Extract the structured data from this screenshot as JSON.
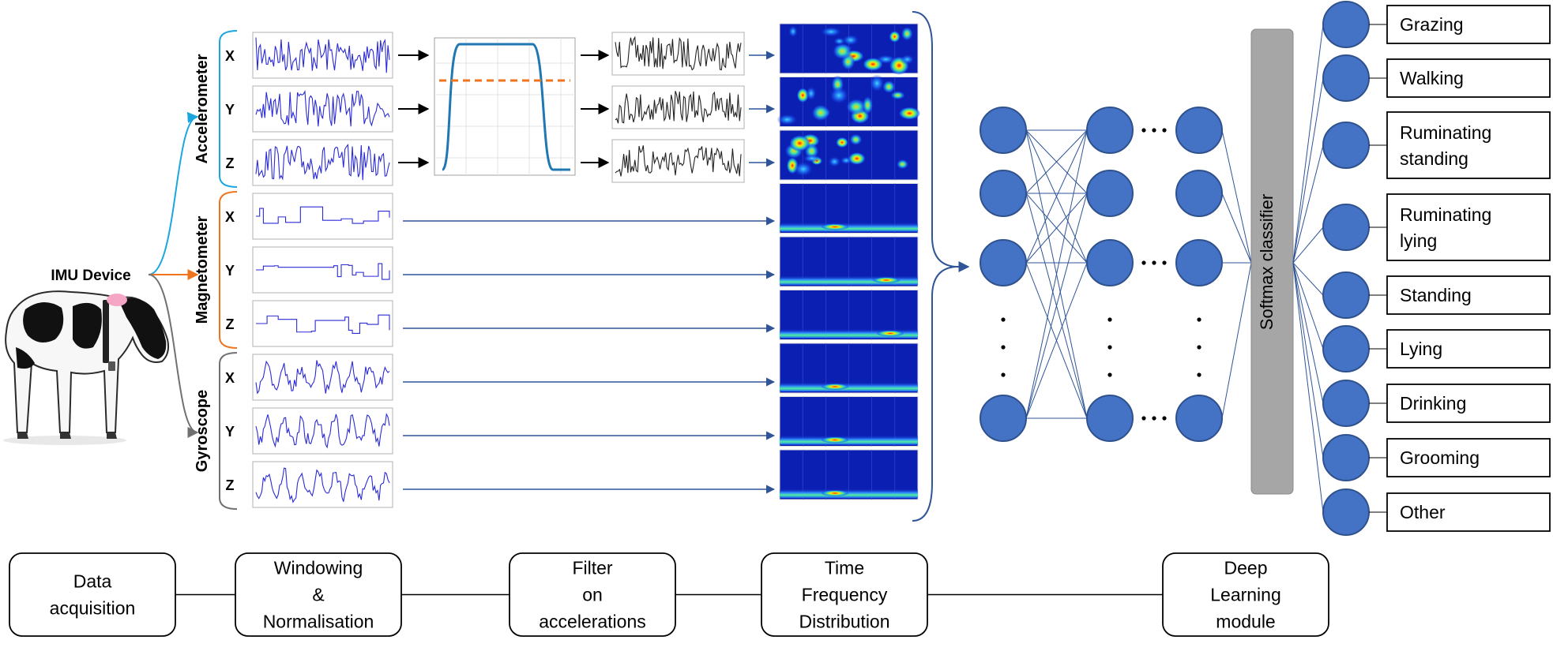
{
  "device": {
    "label": "IMU Device"
  },
  "sensors": [
    {
      "name": "Accelerometer",
      "axes": [
        "X",
        "Y",
        "Z"
      ],
      "color": "#1aa6de"
    },
    {
      "name": "Magnetometer",
      "axes": [
        "X",
        "Y",
        "Z"
      ],
      "color": "#f0731e"
    },
    {
      "name": "Gyroscope",
      "axes": [
        "X",
        "Y",
        "Z"
      ],
      "color": "#707070"
    }
  ],
  "classifier": {
    "label": "Softmax classifier"
  },
  "classes": [
    "Grazing",
    "Walking",
    "Ruminating standing",
    "Ruminating lying",
    "Standing",
    "Lying",
    "Drinking",
    "Grooming",
    "Other"
  ],
  "pipeline": [
    {
      "label": "Data acquisition"
    },
    {
      "label": "Windowing & Normalisation"
    },
    {
      "label": "Filter on accelerations"
    },
    {
      "label": "Time Frequency Distribution"
    },
    {
      "label": "Deep Learning module"
    }
  ],
  "colors": {
    "node": "#4472c4",
    "node_stroke": "#2f528f",
    "signal": "#2b2bd6",
    "arrow": "#2f5597",
    "classifier": "#a6a6a6"
  }
}
